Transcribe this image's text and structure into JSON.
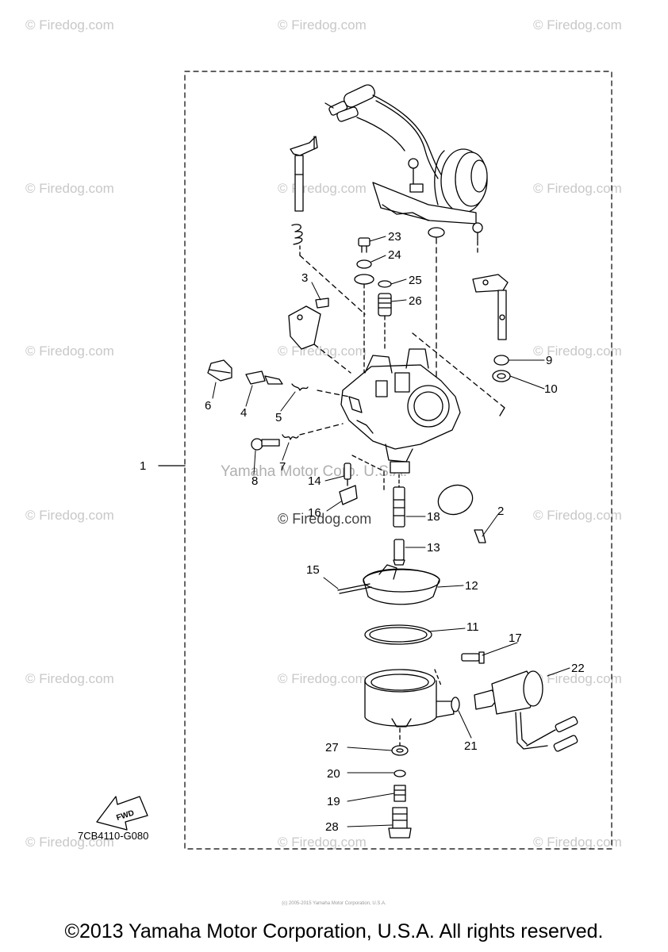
{
  "watermarks": {
    "site": "© Firedog.com",
    "center_site": "© Firedog.com",
    "center_company": "Yamaha Motor Corp. U.S.A."
  },
  "labels": {
    "l1": "1",
    "l2": "2",
    "l3": "3",
    "l4": "4",
    "l5": "5",
    "l6": "6",
    "l7": "7",
    "l8": "8",
    "l9": "9",
    "l10": "10",
    "l11": "11",
    "l12": "12",
    "l13": "13",
    "l14": "14",
    "l15": "15",
    "l16": "16",
    "l17": "17",
    "l18": "18",
    "l19": "19",
    "l20": "20",
    "l21": "21",
    "l22": "22",
    "l23": "23",
    "l24": "24",
    "l25": "25",
    "l26": "26",
    "l27": "27",
    "l28": "28"
  },
  "fwd_label": "FWD",
  "diagram_code": "7CB4110-G080",
  "tiny_copyright": "(c) 2005-2015 Yamaha Motor Corporation, U.S.A.",
  "copyright": "©2013 Yamaha Motor Corporation, U.S.A. All rights reserved."
}
